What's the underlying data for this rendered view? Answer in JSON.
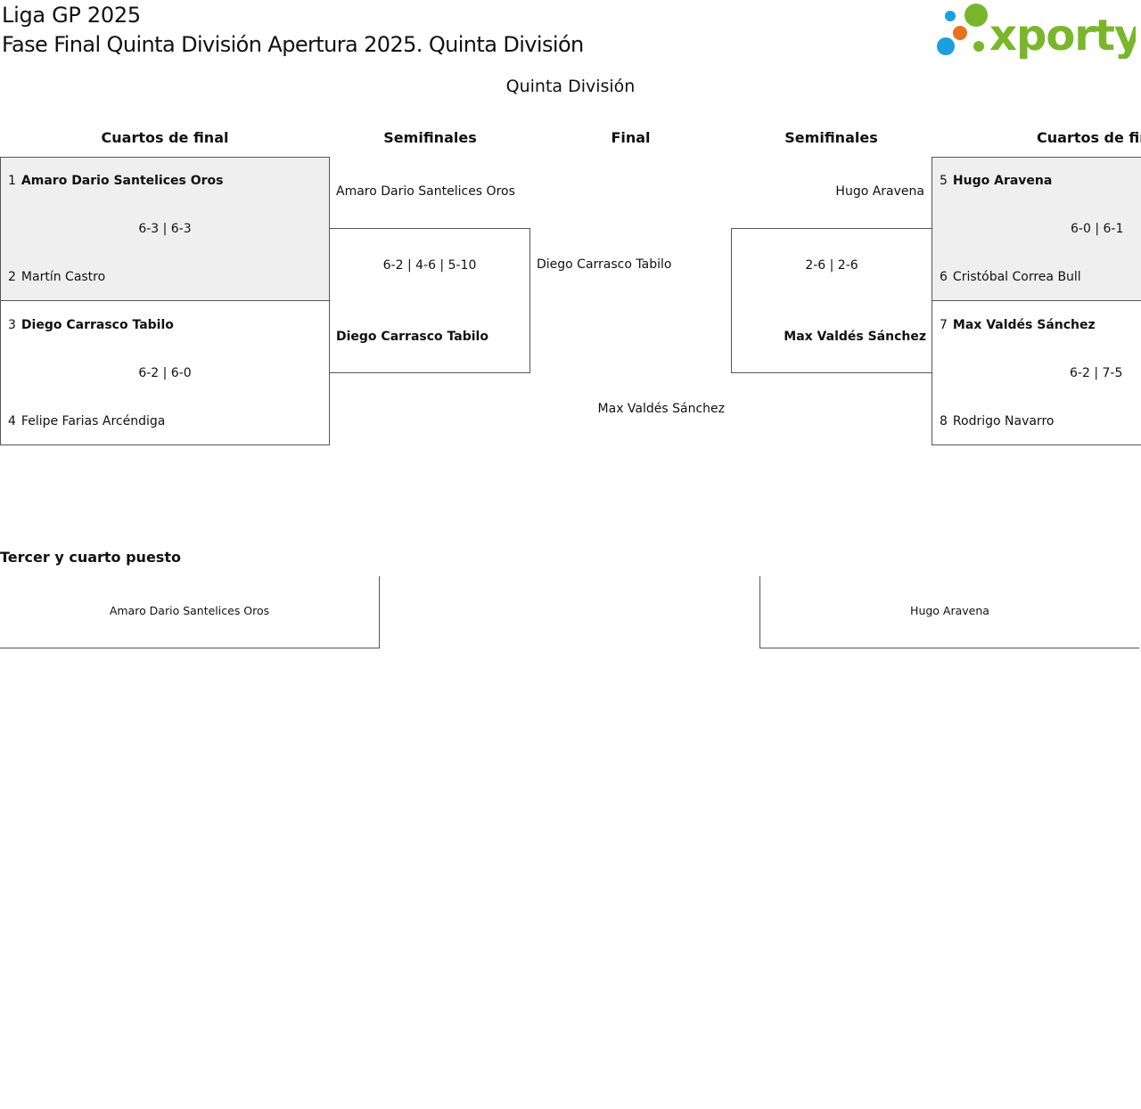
{
  "header": {
    "title_line1": "Liga GP 2025",
    "title_line2": "Fase Final Quinta División Apertura 2025. Quinta División",
    "brand": "xporty"
  },
  "colors": {
    "logo_green": "#7ab62b",
    "logo_orange": "#e8711c",
    "logo_blue": "#1b9fe0",
    "box_shade": "#efefef",
    "border": "#555555"
  },
  "bracket": {
    "division_title": "Quinta División",
    "columns": {
      "qf_left": "Cuartos de final",
      "sf_left": "Semifinales",
      "final": "Final",
      "sf_right": "Semifinales",
      "qf_right": "Cuartos de final"
    },
    "qf": [
      {
        "seed_a": "1",
        "player_a": "Amaro Dario Santelices Oros",
        "seed_b": "2",
        "player_b": "Martín Castro",
        "score": "6-3 | 6-3"
      },
      {
        "seed_a": "3",
        "player_a": "Diego Carrasco Tabilo",
        "seed_b": "4",
        "player_b": "Felipe Farias Arcéndiga",
        "score": "6-2 | 6-0"
      },
      {
        "seed_a": "5",
        "player_a": "Hugo Aravena",
        "seed_b": "6",
        "player_b": "Cristóbal Correa Bull",
        "score": "6-0 | 6-1"
      },
      {
        "seed_a": "7",
        "player_a": "Max Valdés Sánchez",
        "seed_b": "8",
        "player_b": "Rodrigo Navarro",
        "score": "6-2 | 7-5"
      }
    ],
    "sf_left": {
      "player_a": "Amaro Dario Santelices Oros",
      "player_b": "Diego Carrasco Tabilo",
      "score": "6-2 | 4-6 | 5-10"
    },
    "sf_right": {
      "player_a": "Hugo Aravena",
      "player_b": "Max Valdés Sánchez",
      "score": "2-6 | 2-6"
    },
    "final": {
      "player_a": "Diego Carrasco Tabilo",
      "player_b": "Max Valdés Sánchez"
    }
  },
  "third_place": {
    "title": "Tercer y cuarto puesto",
    "player_a": "Amaro Dario Santelices Oros",
    "player_b": "Hugo Aravena"
  }
}
